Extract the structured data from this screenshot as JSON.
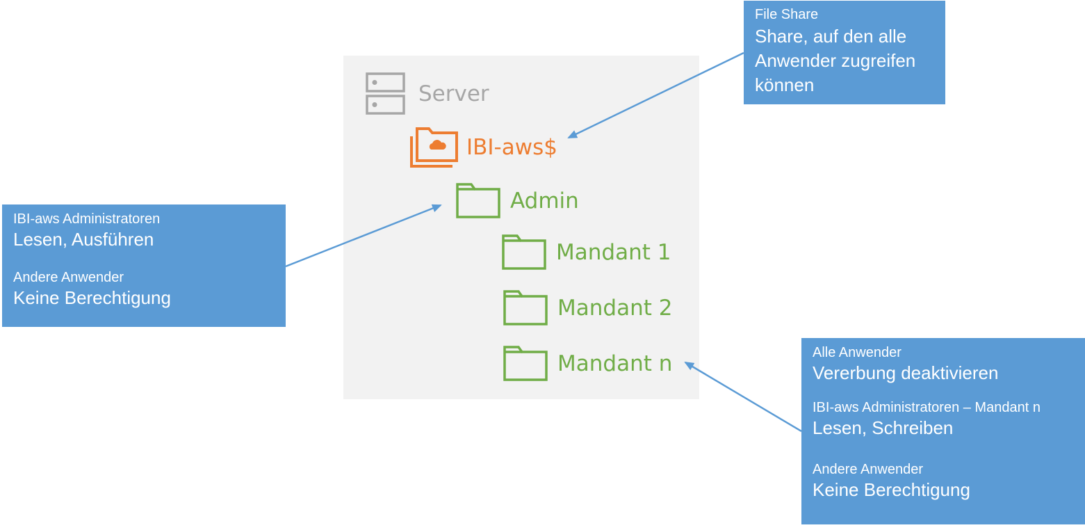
{
  "tree": {
    "server": {
      "label": "Server",
      "icon": "server-icon"
    },
    "share": {
      "label": "IBI-aws$",
      "icon": "cloud-share-folder-icon"
    },
    "admin": {
      "label": "Admin",
      "icon": "folder-icon"
    },
    "mandants": [
      {
        "label": "Mandant 1",
        "icon": "folder-icon"
      },
      {
        "label": "Mandant 2",
        "icon": "folder-icon"
      },
      {
        "label": "Mandant n",
        "icon": "folder-icon"
      }
    ]
  },
  "callouts": {
    "file_share": {
      "heading": "File Share",
      "text": "Share, auf den alle Anwender zugreifen können"
    },
    "admin_permissions": {
      "group1": "IBI-aws Administratoren",
      "perm1": "Lesen, Ausführen",
      "group2": "Andere Anwender",
      "perm2": "Keine Berechtigung"
    },
    "mandant_permissions": {
      "group1": "Alle Anwender",
      "perm1": "Vererbung deaktivieren",
      "group2": "IBI-aws Administratoren – Mandant n",
      "perm2": "Lesen, Schreiben",
      "group3": "Andere Anwender",
      "perm3": "Keine Berechtigung"
    }
  },
  "colors": {
    "panel": "#f2f2f2",
    "server": "#a6a6a6",
    "share": "#ed7d31",
    "folder": "#70ad47",
    "callout": "#5b9bd5"
  }
}
